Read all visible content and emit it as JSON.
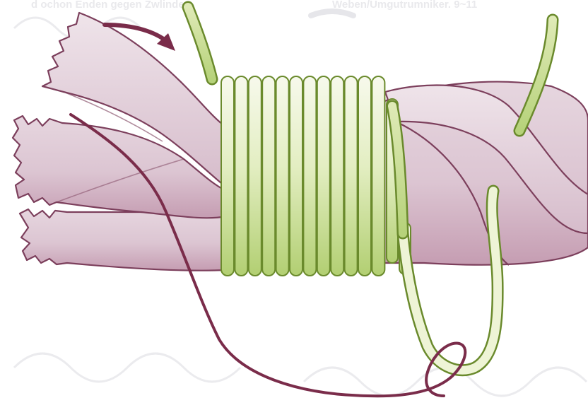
{
  "figure": {
    "subject": "whipping a three-strand rope end with twine",
    "show_through_text": [
      "d ochon Enden gegen Zwlinder",
      "Weben/Umgutrumniker. 9~11"
    ],
    "colors": {
      "background": "#ffffff",
      "rope_fill": "#dcc5d2",
      "rope_fill_dark": "#c59db2",
      "rope_outline": "#7c3f5c",
      "whipping_light": "#f1f6dd",
      "whipping_green": "#b7d27a",
      "whipping_outline": "#6a8a2c",
      "arrow": "#7a2c4a",
      "needle_thread": "#7a2c4a",
      "faint_watermark": "#e9e9ec"
    },
    "icons": [
      "curved-arrow-icon",
      "faint-arrow-icon"
    ]
  }
}
